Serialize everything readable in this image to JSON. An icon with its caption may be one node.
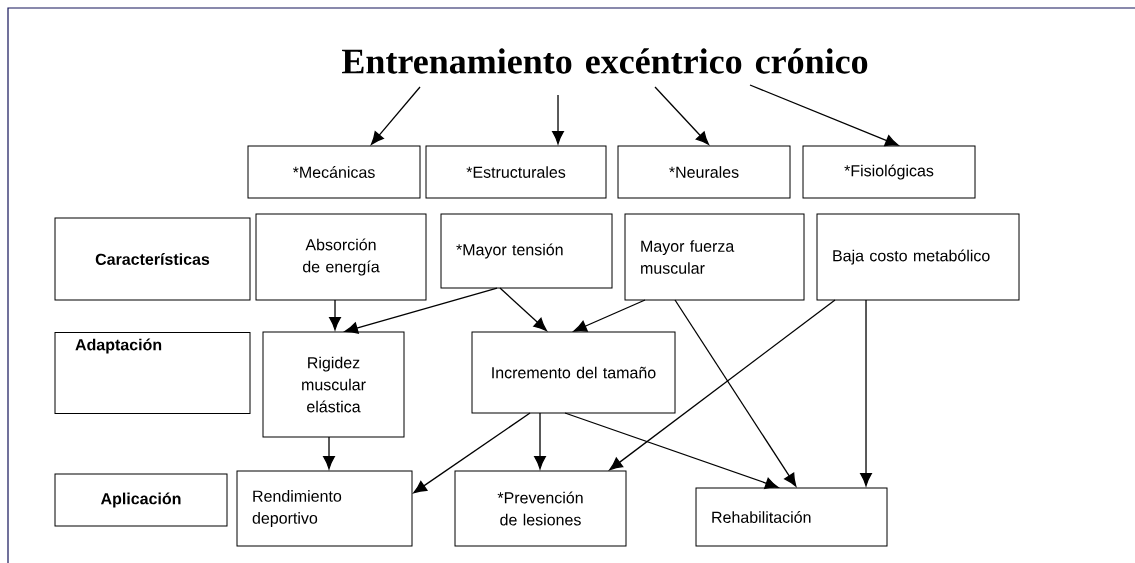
{
  "diagram": {
    "nodes": [
      {
        "text": [
          "Entrenamiento excéntrico crónico"
        ]
      },
      {
        "text": [
          "*Mecánicas"
        ]
      },
      {
        "text": [
          "*Estructurales"
        ]
      },
      {
        "text": [
          "*Neurales"
        ]
      },
      {
        "text": [
          "*Fisiológicas"
        ]
      },
      {
        "text": [
          "Características"
        ]
      },
      {
        "text": [
          "Absorción de energía"
        ]
      },
      {
        "text": [
          "*Mayor tensión"
        ]
      },
      {
        "text": [
          "Mayor fuerza muscular"
        ]
      },
      {
        "text": [
          "Baja costo metabólico"
        ]
      },
      {
        "text": [
          "Adaptación"
        ]
      },
      {
        "text": [
          "Rigidez muscular elástica"
        ]
      },
      {
        "text": [
          "Incremento del tamaño"
        ]
      },
      {
        "text": [
          "Aplicación"
        ]
      },
      {
        "text": [
          "Rendimiento deportivo"
        ]
      },
      {
        "text": [
          "*Prevención de lesiones"
        ]
      },
      {
        "text": [
          "Rehabilitación"
        ]
      }
    ],
    "edges": [
      {
        "from": 0,
        "to": 1,
        "arrow": "to"
      },
      {
        "from": 0,
        "to": 2,
        "arrow": "to"
      },
      {
        "from": 0,
        "to": 3,
        "arrow": "to"
      },
      {
        "from": 0,
        "to": 4,
        "arrow": "to"
      },
      {
        "from": 6,
        "to": 11,
        "arrow": "to"
      },
      {
        "from": 7,
        "to": 11,
        "arrow": "to"
      },
      {
        "from": 7,
        "to": 12,
        "arrow": "to"
      },
      {
        "from": 8,
        "to": 12,
        "arrow": "to"
      },
      {
        "from": 8,
        "to": 16,
        "arrow": "to"
      },
      {
        "from": 9,
        "to": 15,
        "arrow": "to"
      },
      {
        "from": 9,
        "to": 16,
        "arrow": "to"
      },
      {
        "from": 11,
        "to": 14,
        "arrow": "to"
      },
      {
        "from": 12,
        "to": 14,
        "arrow": "to"
      },
      {
        "from": 12,
        "to": 15,
        "arrow": "to"
      },
      {
        "from": 12,
        "to": 16,
        "arrow": "to"
      }
    ]
  }
}
